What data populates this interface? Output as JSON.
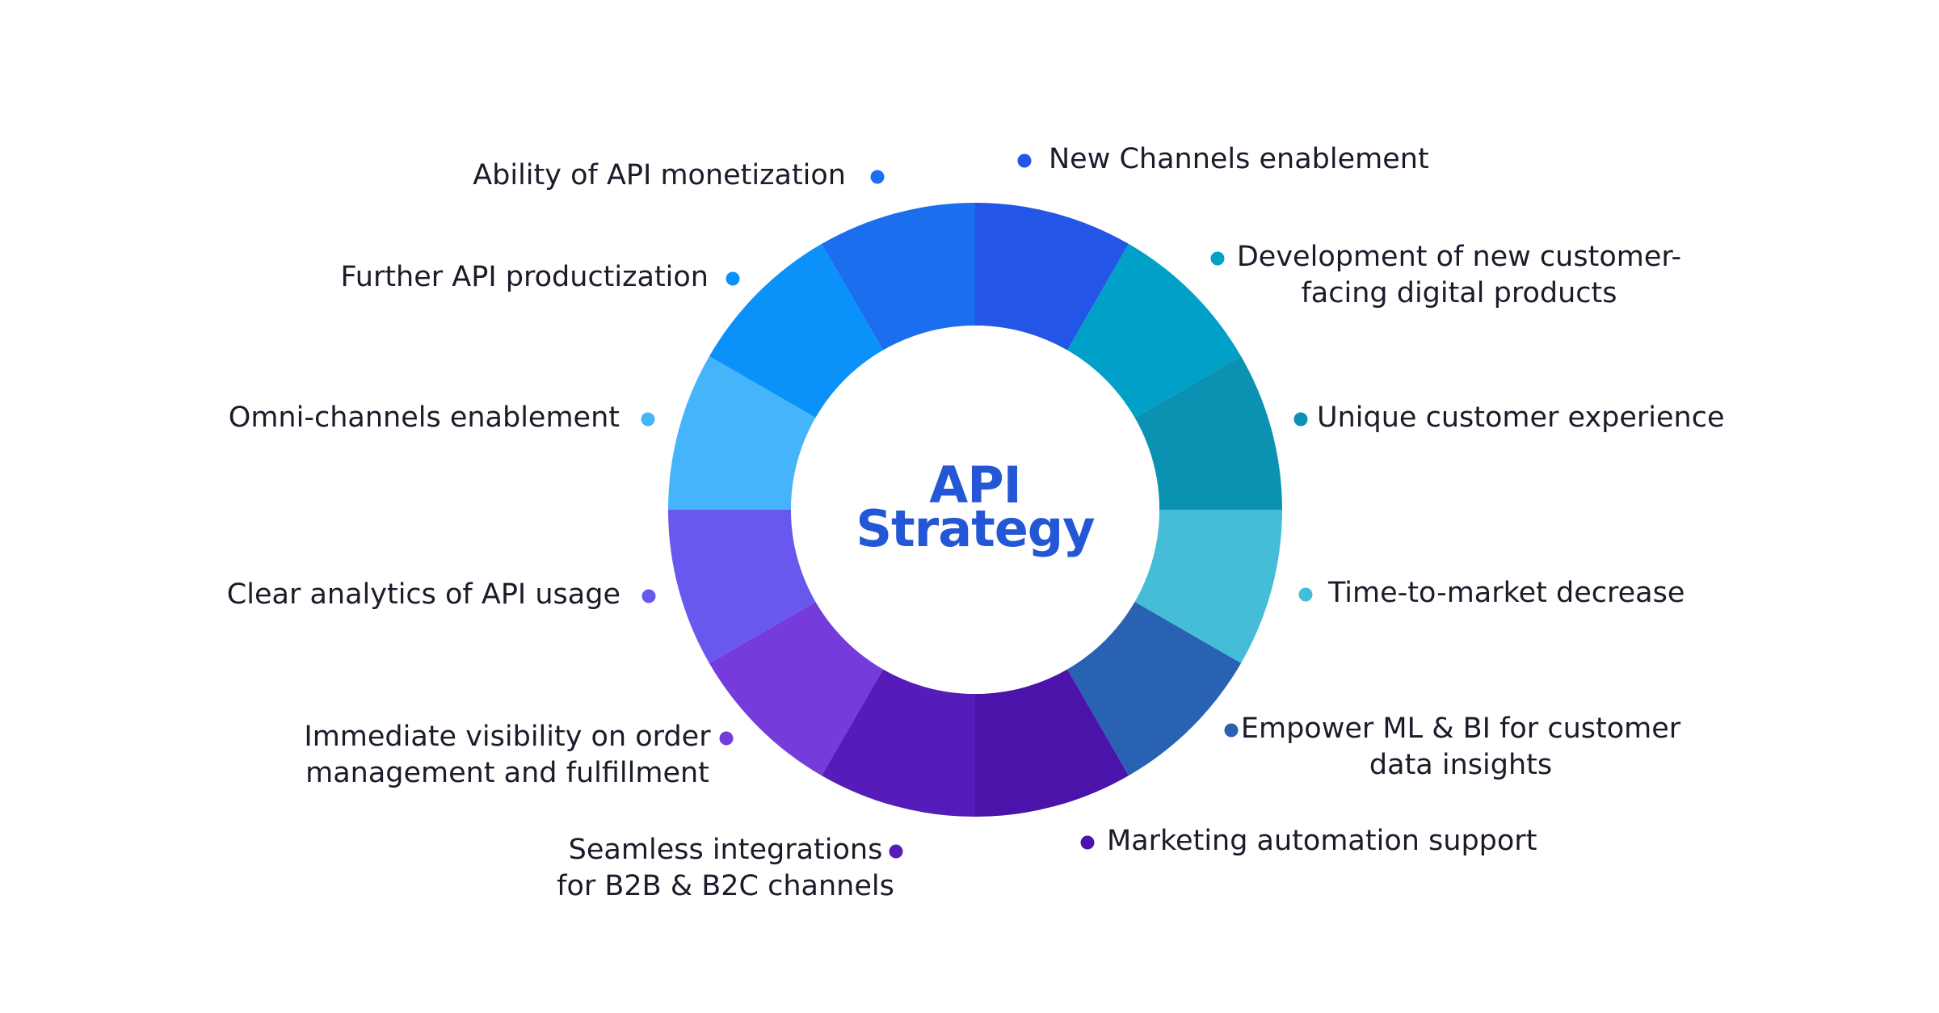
{
  "center": {
    "line1": "API",
    "line2": "Strategy",
    "color": "#2457d6"
  },
  "segments": [
    {
      "id": "new-channels",
      "lines": [
        "New Channels enablement"
      ],
      "color": "#2356e6"
    },
    {
      "id": "digital-products",
      "lines": [
        "Development of new customer-",
        "facing digital products"
      ],
      "color": "#00a0c8"
    },
    {
      "id": "customer-experience",
      "lines": [
        "Unique customer experience"
      ],
      "color": "#0b92b2"
    },
    {
      "id": "time-to-market",
      "lines": [
        "Time-to-market decrease"
      ],
      "color": "#45bcd8"
    },
    {
      "id": "ml-bi",
      "lines": [
        "Empower ML & BI for customer",
        "data insights"
      ],
      "color": "#2961b3"
    },
    {
      "id": "marketing-automation",
      "lines": [
        "Marketing automation support"
      ],
      "color": "#4a14ab"
    },
    {
      "id": "seamless-integrations",
      "lines": [
        "Seamless integrations",
        "for B2B & B2C channels"
      ],
      "color": "#561cb9"
    },
    {
      "id": "order-visibility",
      "lines": [
        "Immediate visibility on order",
        "management and fulfillment"
      ],
      "color": "#753bdb"
    },
    {
      "id": "analytics",
      "lines": [
        "Clear analytics of API usage"
      ],
      "color": "#6958ee"
    },
    {
      "id": "omni-channels",
      "lines": [
        "Omni-channels enablement"
      ],
      "color": "#46b4fb"
    },
    {
      "id": "api-productization",
      "lines": [
        "Further API productization"
      ],
      "color": "#0a92fa"
    },
    {
      "id": "api-monetization",
      "lines": [
        "Ability of API monetization"
      ],
      "color": "#1b6eee"
    }
  ]
}
